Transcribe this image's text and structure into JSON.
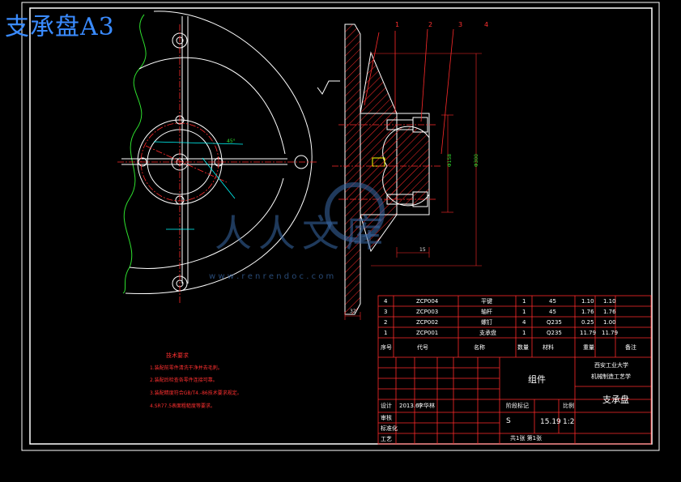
{
  "drawing": {
    "title_label": "支承盘A3",
    "watermark_main": "人人文库",
    "watermark_url": "w w w . r e n r e n d o c . c o m"
  },
  "balloons": [
    "1",
    "2",
    "3",
    "4"
  ],
  "dimensions": {
    "side_bottom": "32",
    "side_lower": "15",
    "side_height_1": "Φ158",
    "side_height_2": "Φ300",
    "front_angle": "45°"
  },
  "technical_requirements": {
    "heading": "技术要求",
    "lines": [
      "1.装配前零件清洗干净并去毛刺。",
      "2.装配后检查各零件连接可靠。",
      "3.装配精度符合GB/T4.-86技术要求规定。",
      "4.SR77.5表面粗糙度等要求。"
    ]
  },
  "bom": {
    "rows": [
      {
        "seq": "4",
        "code": "ZCP004",
        "name": "平键",
        "qty": "1",
        "material": "45",
        "unit": "1.10",
        "total": "1.10"
      },
      {
        "seq": "3",
        "code": "ZCP003",
        "name": "轴杆",
        "qty": "1",
        "material": "45",
        "unit": "1.76",
        "total": "1.76"
      },
      {
        "seq": "2",
        "code": "ZCP002",
        "name": "螺钉",
        "qty": "4",
        "material": "Q235",
        "unit": "0.25",
        "total": "1.00"
      },
      {
        "seq": "1",
        "code": "ZCP001",
        "name": "支承盘",
        "qty": "1",
        "material": "Q235",
        "unit": "11.79",
        "total": "11.79"
      }
    ],
    "header": {
      "seq": "序号",
      "code": "代号",
      "name": "名称",
      "qty": "数量",
      "material": "材料",
      "weight": "重量",
      "remark": "备注"
    }
  },
  "title_block": {
    "part_label": "组件",
    "school_line1": "西安工业大学",
    "school_line2": "机械制造工艺学",
    "drawing_name": "支承盘",
    "date": "2013.6",
    "designer_label": "设计",
    "designer_name": "李华林",
    "scale_label": "比例",
    "stage_label": "阶段标记",
    "scale_value": "1:2",
    "weight_value": "15.19",
    "stage_value": "S",
    "sheet_info": "共1张 第1张",
    "process_label": "工艺",
    "check_label": "审核",
    "std_label": "标准化"
  },
  "colors": {
    "bg": "#000000",
    "line": "#ffffff",
    "hatch": "#ff2a2a",
    "center": "#ff2a2a",
    "green": "#2ee02e",
    "cyan": "#00ffff",
    "title_blue": "#3a8bff",
    "yellow": "#ffff00"
  }
}
